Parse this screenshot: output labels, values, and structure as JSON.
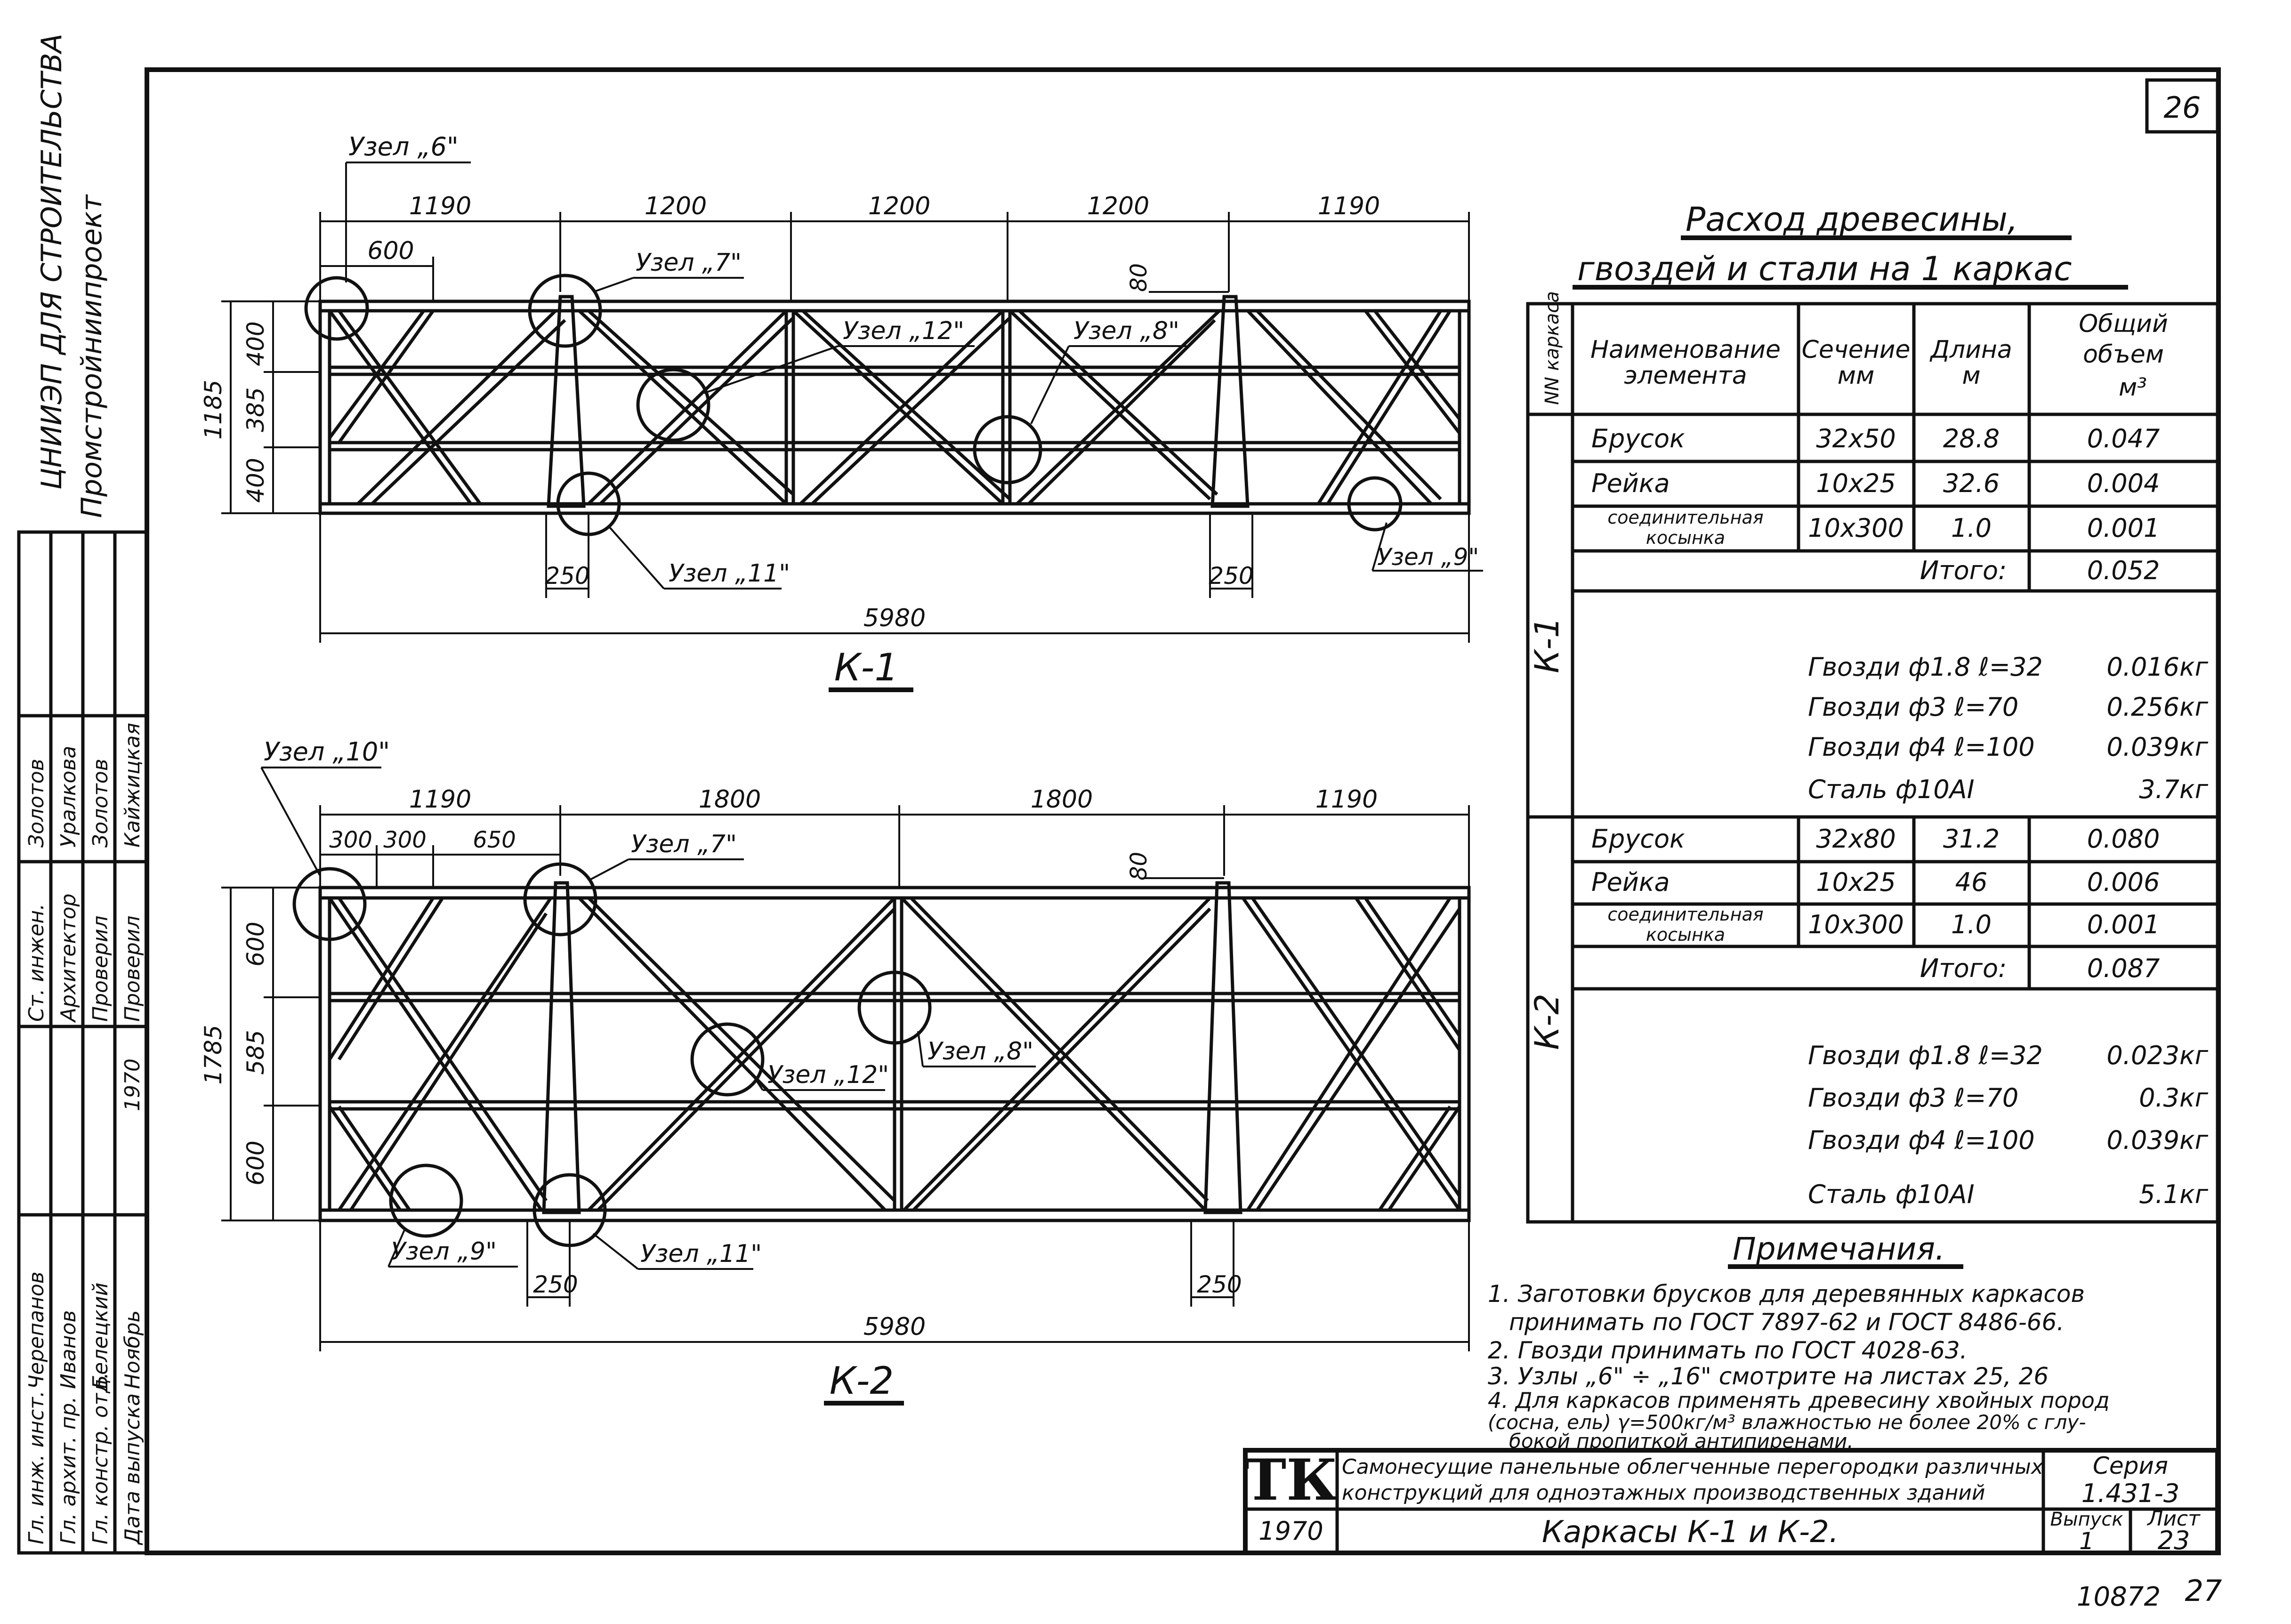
{
  "sheet_number": "26",
  "page_footer": {
    "archive_number": "10872",
    "page": "27"
  },
  "org": {
    "line1": "ЦНИИЭП ДЛЯ СТРОИТЕЛЬСТВА",
    "line2": "Промстройниипроект"
  },
  "signatures": {
    "rows": [
      {
        "role": "Гл. инж. инст.",
        "name": "Черепанов"
      },
      {
        "role": "Гл. архит. пр.",
        "name": "Иванов"
      },
      {
        "role": "Гл. констр. отд.",
        "name": "Белецкий"
      },
      {
        "role": "Дата выпуска",
        "name": "Ноябрь",
        "extra": "1970"
      },
      {
        "role": "Ст. инжен.",
        "name": "Золотов"
      },
      {
        "role": "Архитектор",
        "name": "Уралкова"
      },
      {
        "role": "Проверил",
        "name": "Золотов"
      },
      {
        "role": "Проверил",
        "name": "Кайжицкая"
      }
    ]
  },
  "k1": {
    "title": "К-1",
    "top_dims": [
      "1190",
      "1200",
      "1200",
      "1200",
      "1190"
    ],
    "sub_dim": "600",
    "left_dims": [
      "400",
      "385",
      "400"
    ],
    "height_total": "1185",
    "post_dim": "80",
    "bottom_dims": [
      "250",
      "250"
    ],
    "total": "5980",
    "nodes": [
      "Узел „6\"",
      "Узел „7\"",
      "Узел „12\"",
      "Узел „8\"",
      "Узел „11\"",
      "Узел „9\""
    ]
  },
  "k2": {
    "title": "К-2",
    "top_dims": [
      "1190",
      "1800",
      "1800",
      "1190"
    ],
    "sub_dims": [
      "300",
      "300",
      "650"
    ],
    "left_dims": [
      "600",
      "585",
      "600"
    ],
    "height_total": "1785",
    "post_dim": "80",
    "bottom_dims": [
      "250",
      "250"
    ],
    "total": "5980",
    "nodes": [
      "Узел „10\"",
      "Узел „7\"",
      "Узел „12\"",
      "Узел „8\"",
      "Узел „9\"",
      "Узел „11\""
    ]
  },
  "table": {
    "title_line1": "Расход древесины,",
    "title_line2": "гвоздей и стали на 1 каркас",
    "headers": {
      "col0": "NN каркаса",
      "col1_a": "Наименование",
      "col1_b": "элемента",
      "col2_a": "Сечение",
      "col2_b": "мм",
      "col3_a": "Длина",
      "col3_b": "м",
      "col4_a": "Общий",
      "col4_b": "объем",
      "col4_c": "м³"
    },
    "k1": {
      "label": "К-1",
      "rows": [
        {
          "name": "Брусок",
          "section": "32х50",
          "length": "28.8",
          "volume": "0.047"
        },
        {
          "name": "Рейка",
          "section": "10х25",
          "length": "32.6",
          "volume": "0.004"
        },
        {
          "name_a": "соединительная",
          "name_b": "косынка",
          "section": "10х300",
          "length": "1.0",
          "volume": "0.001"
        }
      ],
      "total_label": "Итого:",
      "total": "0.052",
      "extras": [
        {
          "text": "Гвозди ф1.8 ℓ=32",
          "value": "0.016кг"
        },
        {
          "text": "Гвозди ф3 ℓ=70",
          "value": "0.256кг"
        },
        {
          "text": "Гвозди ф4 ℓ=100",
          "value": "0.039кг"
        },
        {
          "text": "Сталь ф10АI",
          "value": "3.7кг"
        }
      ]
    },
    "k2": {
      "label": "К-2",
      "rows": [
        {
          "name": "Брусок",
          "section": "32х80",
          "length": "31.2",
          "volume": "0.080"
        },
        {
          "name": "Рейка",
          "section": "10х25",
          "length": "46",
          "volume": "0.006"
        },
        {
          "name_a": "соединительная",
          "name_b": "косынка",
          "section": "10х300",
          "length": "1.0",
          "volume": "0.001"
        }
      ],
      "total_label": "Итого:",
      "total": "0.087",
      "extras": [
        {
          "text": "Гвозди ф1.8 ℓ=32",
          "value": "0.023кг"
        },
        {
          "text": "Гвозди ф3 ℓ=70",
          "value": "0.3кг"
        },
        {
          "text": "Гвозди ф4 ℓ=100",
          "value": "0.039кг"
        },
        {
          "text": "Сталь ф10АI",
          "value": "5.1кг"
        }
      ]
    }
  },
  "notes": {
    "title": "Примечания.",
    "lines": [
      "1. Заготовки брусков для деревянных каркасов",
      "принимать по ГОСТ 7897-62 и ГОСТ 8486-66.",
      "2. Гвозди принимать по ГОСТ 4028-63.",
      "3. Узлы „6\" ÷ „16\" смотрите на листах 25, 26",
      "4. Для каркасов применять древесину хвойных пород",
      "(сосна, ель) γ=500кг/м³ влажностью не более 20% с глу-",
      "бокой пропиткой антипиренами."
    ]
  },
  "titleblock": {
    "logo": "ТК",
    "desc1": "Самонесущие панельные облегченные перегородки различных",
    "desc2": "конструкций для одноэтажных производственных зданий",
    "series_label": "Серия",
    "series": "1.431-3",
    "year": "1970",
    "drawing_title": "Каркасы К-1 и К-2.",
    "issue_label": "Выпуск",
    "issue": "1",
    "sheet_label": "Лист",
    "sheet": "23"
  }
}
